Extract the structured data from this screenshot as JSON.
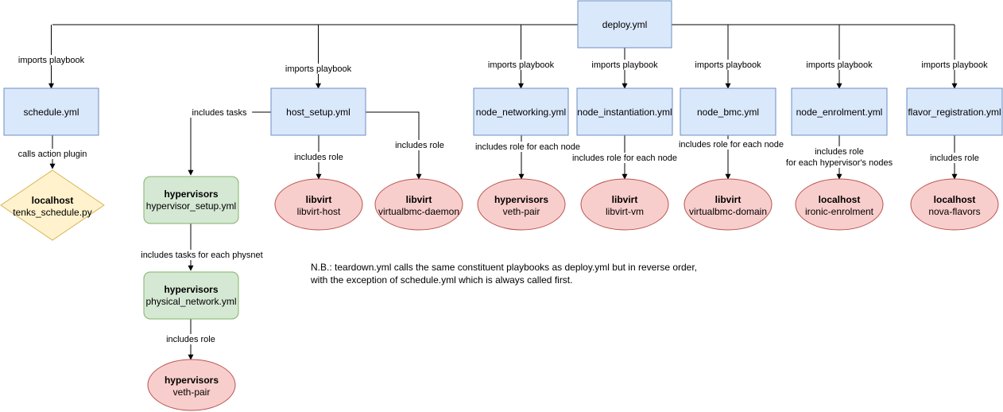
{
  "diagram": {
    "colors": {
      "playbook_fill": "#dae8fc",
      "playbook_stroke": "#6c8ebf",
      "role_fill": "#f8cecc",
      "role_stroke": "#b85450",
      "taskfile_fill": "#d5e8d4",
      "taskfile_stroke": "#82b366",
      "localhost_fill": "#fff2cc",
      "localhost_stroke": "#d6b656",
      "line": "#000000"
    },
    "root": {
      "label": "deploy.yml"
    },
    "playbooks": [
      {
        "id": "schedule",
        "label": "schedule.yml"
      },
      {
        "id": "host-setup",
        "label": "host_setup.yml"
      },
      {
        "id": "node-networking",
        "label": "node_networking.yml"
      },
      {
        "id": "node-instantiation",
        "label": "node_instantiation.yml"
      },
      {
        "id": "node-bmc",
        "label": "node_bmc.yml"
      },
      {
        "id": "node-enrolment",
        "label": "node_enrolment.yml"
      },
      {
        "id": "flavor-registration",
        "label": "flavor_registration.yml"
      }
    ],
    "import_label": "imports playbook",
    "decision": {
      "title": "localhost",
      "subtitle": "tenks_schedule.py",
      "edge_label": "calls action plugin"
    },
    "task_files": [
      {
        "id": "hypervisor-setup",
        "title": "hypervisors",
        "subtitle": "hypervisor_setup.yml",
        "edge_label": "includes tasks"
      },
      {
        "id": "physical-network",
        "title": "hypervisors",
        "subtitle": "physical_network.yml",
        "edge_label": "includes tasks for each physnet"
      }
    ],
    "roles": [
      {
        "id": "veth-pair-1",
        "title": "hypervisors",
        "subtitle": "veth-pair",
        "edge_label": [
          "includes role"
        ]
      },
      {
        "id": "libvirt-host",
        "title": "libvirt",
        "subtitle": "libvirt-host",
        "edge_label": [
          "includes role"
        ]
      },
      {
        "id": "virtualbmc-daemon",
        "title": "libvirt",
        "subtitle": "virtualbmc-daemon",
        "edge_label": [
          "includes role"
        ]
      },
      {
        "id": "veth-pair-2",
        "title": "hypervisors",
        "subtitle": "veth-pair",
        "edge_label": [
          "includes role for each node"
        ]
      },
      {
        "id": "libvirt-vm",
        "title": "libvirt",
        "subtitle": "libvirt-vm",
        "edge_label": [
          "includes role for each node"
        ]
      },
      {
        "id": "virtualbmc-domain",
        "title": "libvirt",
        "subtitle": "virtualbmc-domain",
        "edge_label": [
          "includes role for each node"
        ]
      },
      {
        "id": "ironic-enrolment",
        "title": "localhost",
        "subtitle": "ironic-enrolment",
        "edge_label": [
          "includes role",
          "for each hypervisor's nodes"
        ]
      },
      {
        "id": "nova-flavors",
        "title": "localhost",
        "subtitle": "nova-flavors",
        "edge_label": [
          "includes role"
        ]
      }
    ],
    "note": [
      "N.B.: teardown.yml calls the same constituent playbooks as deploy.yml but in reverse order,",
      "with the exception of schedule.yml which is always called first."
    ]
  }
}
